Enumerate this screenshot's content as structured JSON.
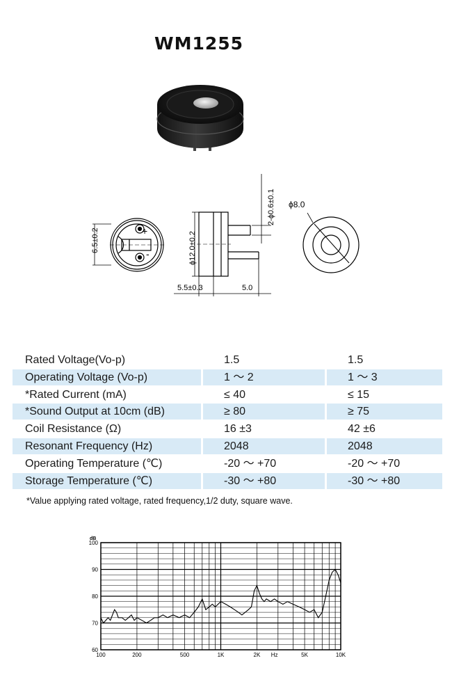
{
  "doc": {
    "title": "WM1255"
  },
  "drawing": {
    "dim_65": "6.5±0.2",
    "dim_120": "ϕ12.0±0.2",
    "dim_pin": "2-ϕ0.6±0.1",
    "dim_80": "ϕ8.0",
    "dim_55": "5.5±0.3",
    "dim_50": "5.0",
    "plus": "+",
    "minus": "-"
  },
  "specs": {
    "rows": [
      {
        "label": "Rated Voltage(Vo-p)",
        "v1": "1.5",
        "v2": "1.5"
      },
      {
        "label": "Operating Voltage (Vo-p)",
        "v1": "1 ～ 2",
        "v2": "1 ～ 3"
      },
      {
        "label": "*Rated Current (mA)",
        "v1": "≤ 40",
        "v2": "≤ 15"
      },
      {
        "label": "*Sound Output at 10cm (dB)",
        "v1": "≥ 80",
        "v2": "≥ 75"
      },
      {
        "label": "Coil Resistance (Ω)",
        "v1": "16 ±3",
        "v2": "42 ±6"
      },
      {
        "label": "Resonant Frequency (Hz)",
        "v1": "2048",
        "v2": "2048"
      },
      {
        "label": "Operating Temperature (℃)",
        "v1": "-20 ～ +70",
        "v2": "-20 ～ +70"
      },
      {
        "label": "Storage Temperature (℃)",
        "v1": "-30 ～ +80",
        "v2": "-30 ～ +80"
      }
    ],
    "note": "*Value applying rated voltage, rated frequency,1/2 duty, square wave."
  },
  "chart_data": {
    "type": "line",
    "ylabel": "dB",
    "xlabel": "Hz",
    "xscale": "log",
    "xlim": [
      100,
      10000
    ],
    "ylim": [
      60,
      100
    ],
    "y_ticks": [
      60,
      70,
      80,
      90,
      100
    ],
    "x_tick_labels": [
      "100",
      "200",
      "500",
      "1K",
      "2K",
      "Hz",
      "5K",
      "10K"
    ],
    "grid": true,
    "series": [
      {
        "x": [
          100,
          105,
          110,
          115,
          120,
          125,
          130,
          135,
          140,
          150,
          160,
          170,
          180,
          190,
          200,
          220,
          240,
          260,
          280,
          300,
          330,
          360,
          400,
          450,
          500,
          550,
          600,
          650,
          700,
          750,
          800,
          850,
          900,
          1000,
          1100,
          1200,
          1300,
          1400,
          1500,
          1600,
          1700,
          1800,
          1900,
          2000,
          2100,
          2200,
          2300,
          2400,
          2600,
          2800,
          3000,
          3300,
          3600,
          4000,
          4500,
          5000,
          5500,
          6000,
          6500,
          7000,
          7500,
          8000,
          8500,
          9000,
          9500,
          10000
        ],
        "y": [
          72,
          70,
          71,
          72,
          71,
          73,
          75,
          74,
          72,
          72,
          71,
          72,
          73,
          71,
          72,
          71,
          70,
          71,
          72,
          72,
          73,
          72,
          73,
          72,
          73,
          72,
          74,
          76,
          79,
          75,
          76,
          77,
          76,
          78,
          77,
          76,
          75,
          74,
          73,
          74,
          75,
          76,
          82,
          84,
          81,
          79,
          78,
          79,
          78,
          79,
          78,
          77,
          78,
          77,
          76,
          75,
          74,
          75,
          72,
          74,
          80,
          86,
          89,
          90,
          88,
          85
        ]
      }
    ]
  }
}
